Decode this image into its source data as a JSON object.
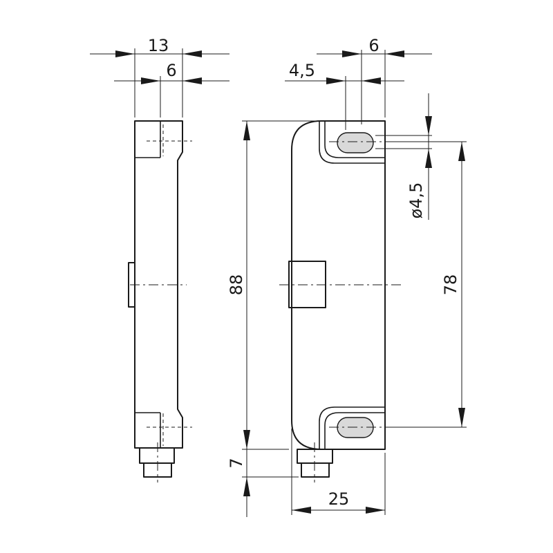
{
  "diagram": {
    "dimensions": {
      "side_width": "13",
      "side_offset": "6",
      "top_slot_width": "6",
      "top_slot_offset": "4,5",
      "hole_diameter": "ø4,5",
      "total_height": "88",
      "hole_spacing": "78",
      "connector_height": "7",
      "body_width": "25"
    }
  }
}
